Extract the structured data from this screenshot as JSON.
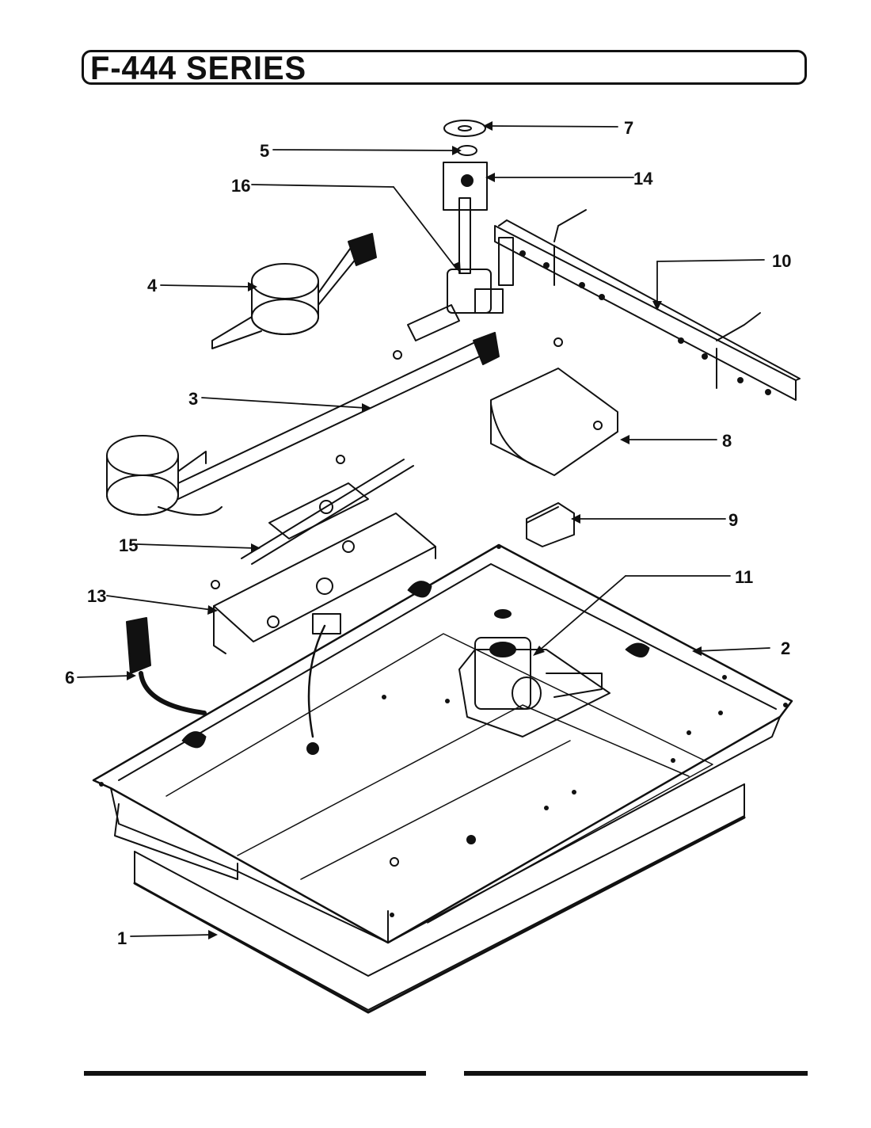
{
  "header": {
    "title": "F-444 SERIES"
  },
  "callouts": [
    {
      "id": "1",
      "label": "1"
    },
    {
      "id": "2",
      "label": "2"
    },
    {
      "id": "3",
      "label": "3"
    },
    {
      "id": "4",
      "label": "4"
    },
    {
      "id": "5",
      "label": "5"
    },
    {
      "id": "6",
      "label": "6"
    },
    {
      "id": "7",
      "label": "7"
    },
    {
      "id": "8",
      "label": "8"
    },
    {
      "id": "9",
      "label": "9"
    },
    {
      "id": "10",
      "label": "10"
    },
    {
      "id": "11",
      "label": "11"
    },
    {
      "id": "13",
      "label": "13"
    },
    {
      "id": "14",
      "label": "14"
    },
    {
      "id": "15",
      "label": "15"
    },
    {
      "id": "16",
      "label": "16"
    }
  ],
  "colors": {
    "ink": "#111111",
    "paper": "#ffffff"
  }
}
